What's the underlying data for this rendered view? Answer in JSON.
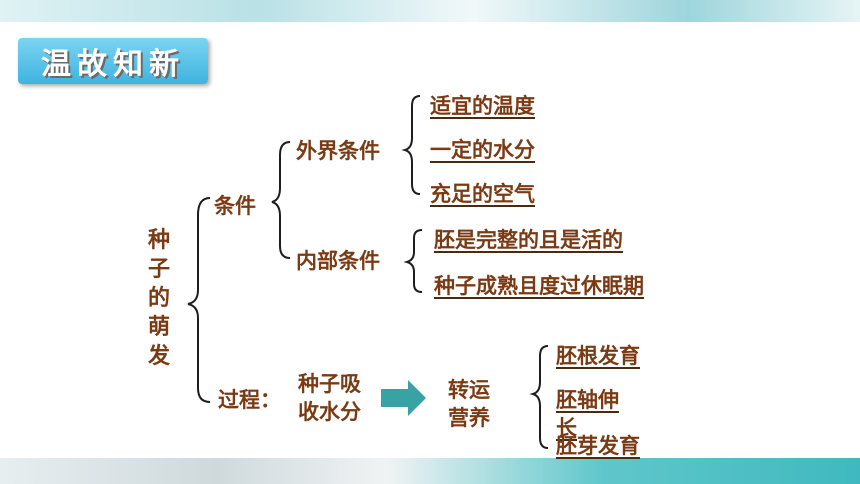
{
  "title": "温故知新",
  "root": "种子的萌发",
  "branch_conditions": "条件",
  "external": "外界条件",
  "external_items": [
    "适宜的温度",
    "一定的水分",
    "充足的空气"
  ],
  "internal": "内部条件",
  "internal_items": [
    "胚是完整的且是活的",
    "种子成熟且度过休眠期"
  ],
  "branch_process": "过程：",
  "process_step1": "种子吸收水分",
  "process_step2": "转运营养",
  "process_items": [
    "胚根发育",
    "胚轴伸长",
    "胚芽发育"
  ],
  "colors": {
    "text": "#7a3b14",
    "arrow": "#38a3a5",
    "badge": "#3fb3e0"
  }
}
